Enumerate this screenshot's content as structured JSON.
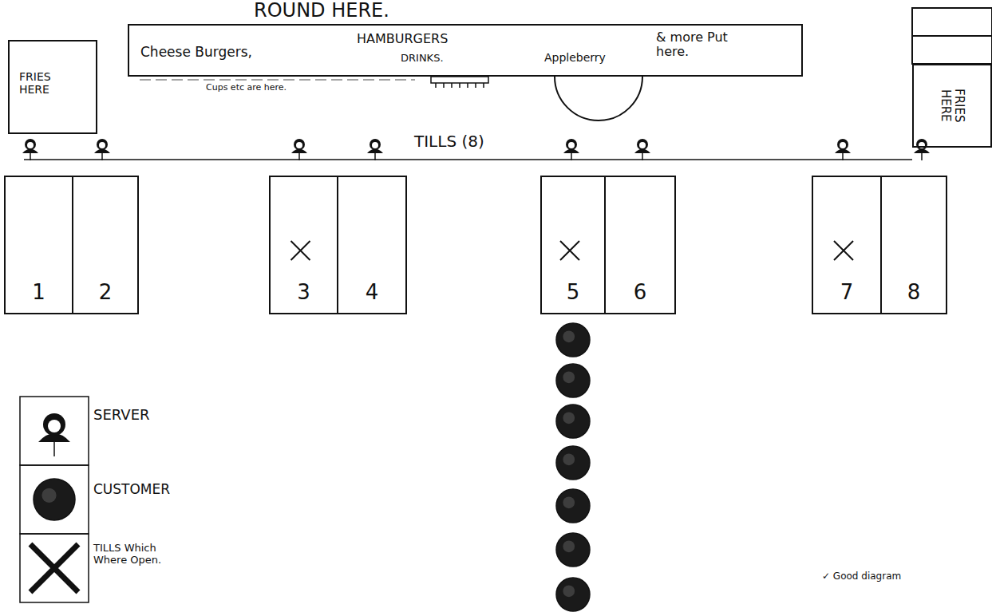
{
  "diagram": {
    "nodes": [
      {
        "text": [
          "Cheese Burgers,",
          "HAMBURGERS",
          "DRINKS.",
          "Appleberry",
          "& more Put here."
        ]
      },
      {
        "text": [
          "FRIES HERE"
        ]
      },
      {
        "text": [
          "FRIES HERE"
        ]
      },
      {
        "text": [
          "1"
        ]
      },
      {
        "text": [
          "2"
        ]
      },
      {
        "text": [
          "3"
        ]
      },
      {
        "text": [
          "4"
        ]
      },
      {
        "text": [
          "5"
        ]
      },
      {
        "text": [
          "6"
        ]
      },
      {
        "text": [
          "7"
        ]
      },
      {
        "text": [
          "8"
        ]
      }
    ],
    "labels": [
      "ROUND HERE.",
      "Cups etc are here.",
      "TILLS (8)",
      "✓ Good diagram"
    ],
    "legend": [
      {
        "text": "SERVER"
      },
      {
        "text": "CUSTOMER"
      },
      {
        "text": "TILLS Which Where Open."
      }
    ]
  }
}
